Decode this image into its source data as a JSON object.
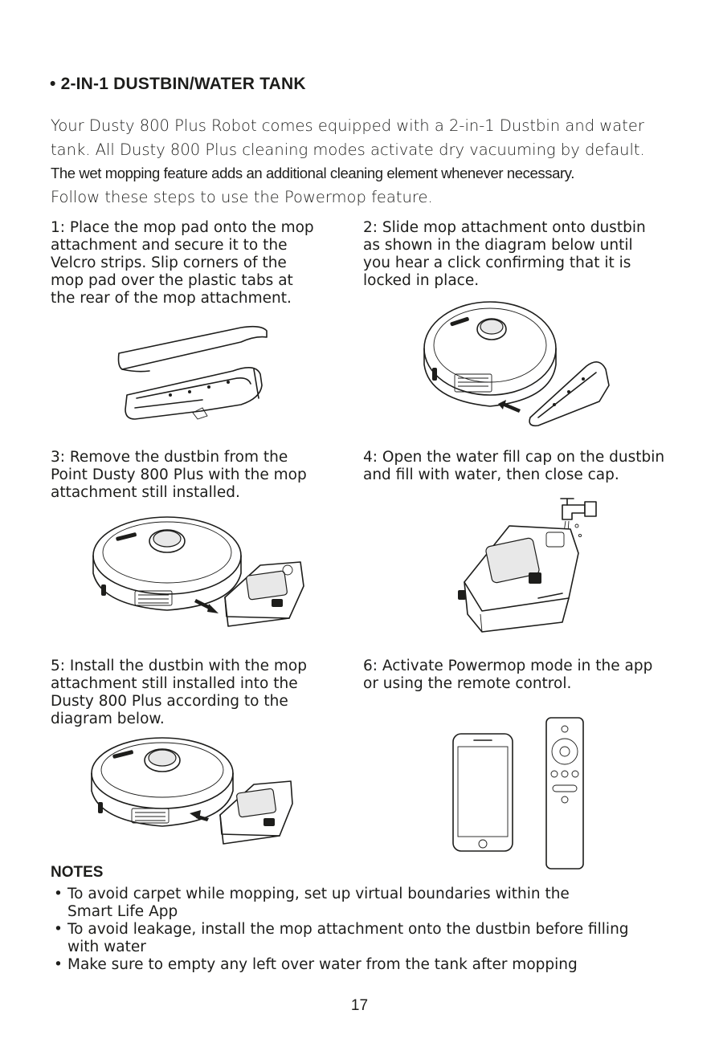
{
  "section": {
    "bullet": "•",
    "title": "2-IN-1 DUSTBIN/WATER TANK"
  },
  "intro": [
    "Your Dusty 800 Plus Robot comes equipped with a 2-in-1 Dustbin and water",
    "tank. All Dusty 800 Plus cleaning modes activate dry vacuuming by default.",
    "The wet mopping feature adds an additional cleaning element whenever necessary.",
    "Follow these steps to use the Powermop feature."
  ],
  "steps": [
    {
      "text": "1: Place the mop pad onto the mop\nattachment and secure it to the\nVelcro strips. Slip corners of the\nmop pad over the plastic tabs at\nthe rear of the mop attachment."
    },
    {
      "text": "2: Slide mop attachment onto dustbin\nas shown in the diagram below until\nyou hear a click confirming that it is\nlocked in place."
    },
    {
      "text": "3: Remove the dustbin from the\nPoint Dusty 800 Plus with the mop\nattachment still installed."
    },
    {
      "text": "4: Open the water fill cap on the dustbin\nand fill with water, then close cap."
    },
    {
      "text": "5: Install the dustbin with the mop\nattachment still installed into the\nDusty 800 Plus according to the\ndiagram below."
    },
    {
      "text": "6: Activate Powermop mode in the app\nor using the remote control."
    }
  ],
  "notes": {
    "title": "NOTES",
    "items": [
      "To avoid carpet while mopping, set up virtual boundaries within the\nSmart Life App",
      "To avoid leakage, install the mop attachment onto the dustbin before filling\nwith water",
      "Make sure to empty any left over water from the tank after mopping"
    ]
  },
  "page_number": "17",
  "icons": {
    "step1": "mop-pad-attachment-illustration",
    "step2": "robot-mop-attach-illustration",
    "step3": "robot-dustbin-remove-illustration",
    "step4": "dustbin-fill-water-illustration",
    "step5": "robot-dustbin-install-illustration",
    "step6": "phone-and-remote-illustration"
  },
  "colors": {
    "ink": "#1d1d1b",
    "paper": "#ffffff"
  }
}
